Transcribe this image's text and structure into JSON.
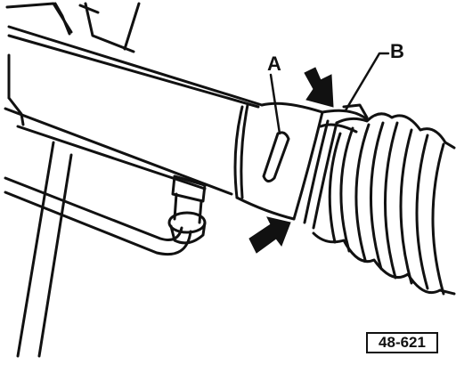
{
  "labels": {
    "a": "A",
    "b": "B"
  },
  "figure_code": "48-621",
  "colors": {
    "ink": "#111111",
    "paper": "#ffffff"
  },
  "icons": {
    "arrow_1": "arrow-pointer-icon",
    "arrow_2": "arrow-pointer-icon"
  }
}
